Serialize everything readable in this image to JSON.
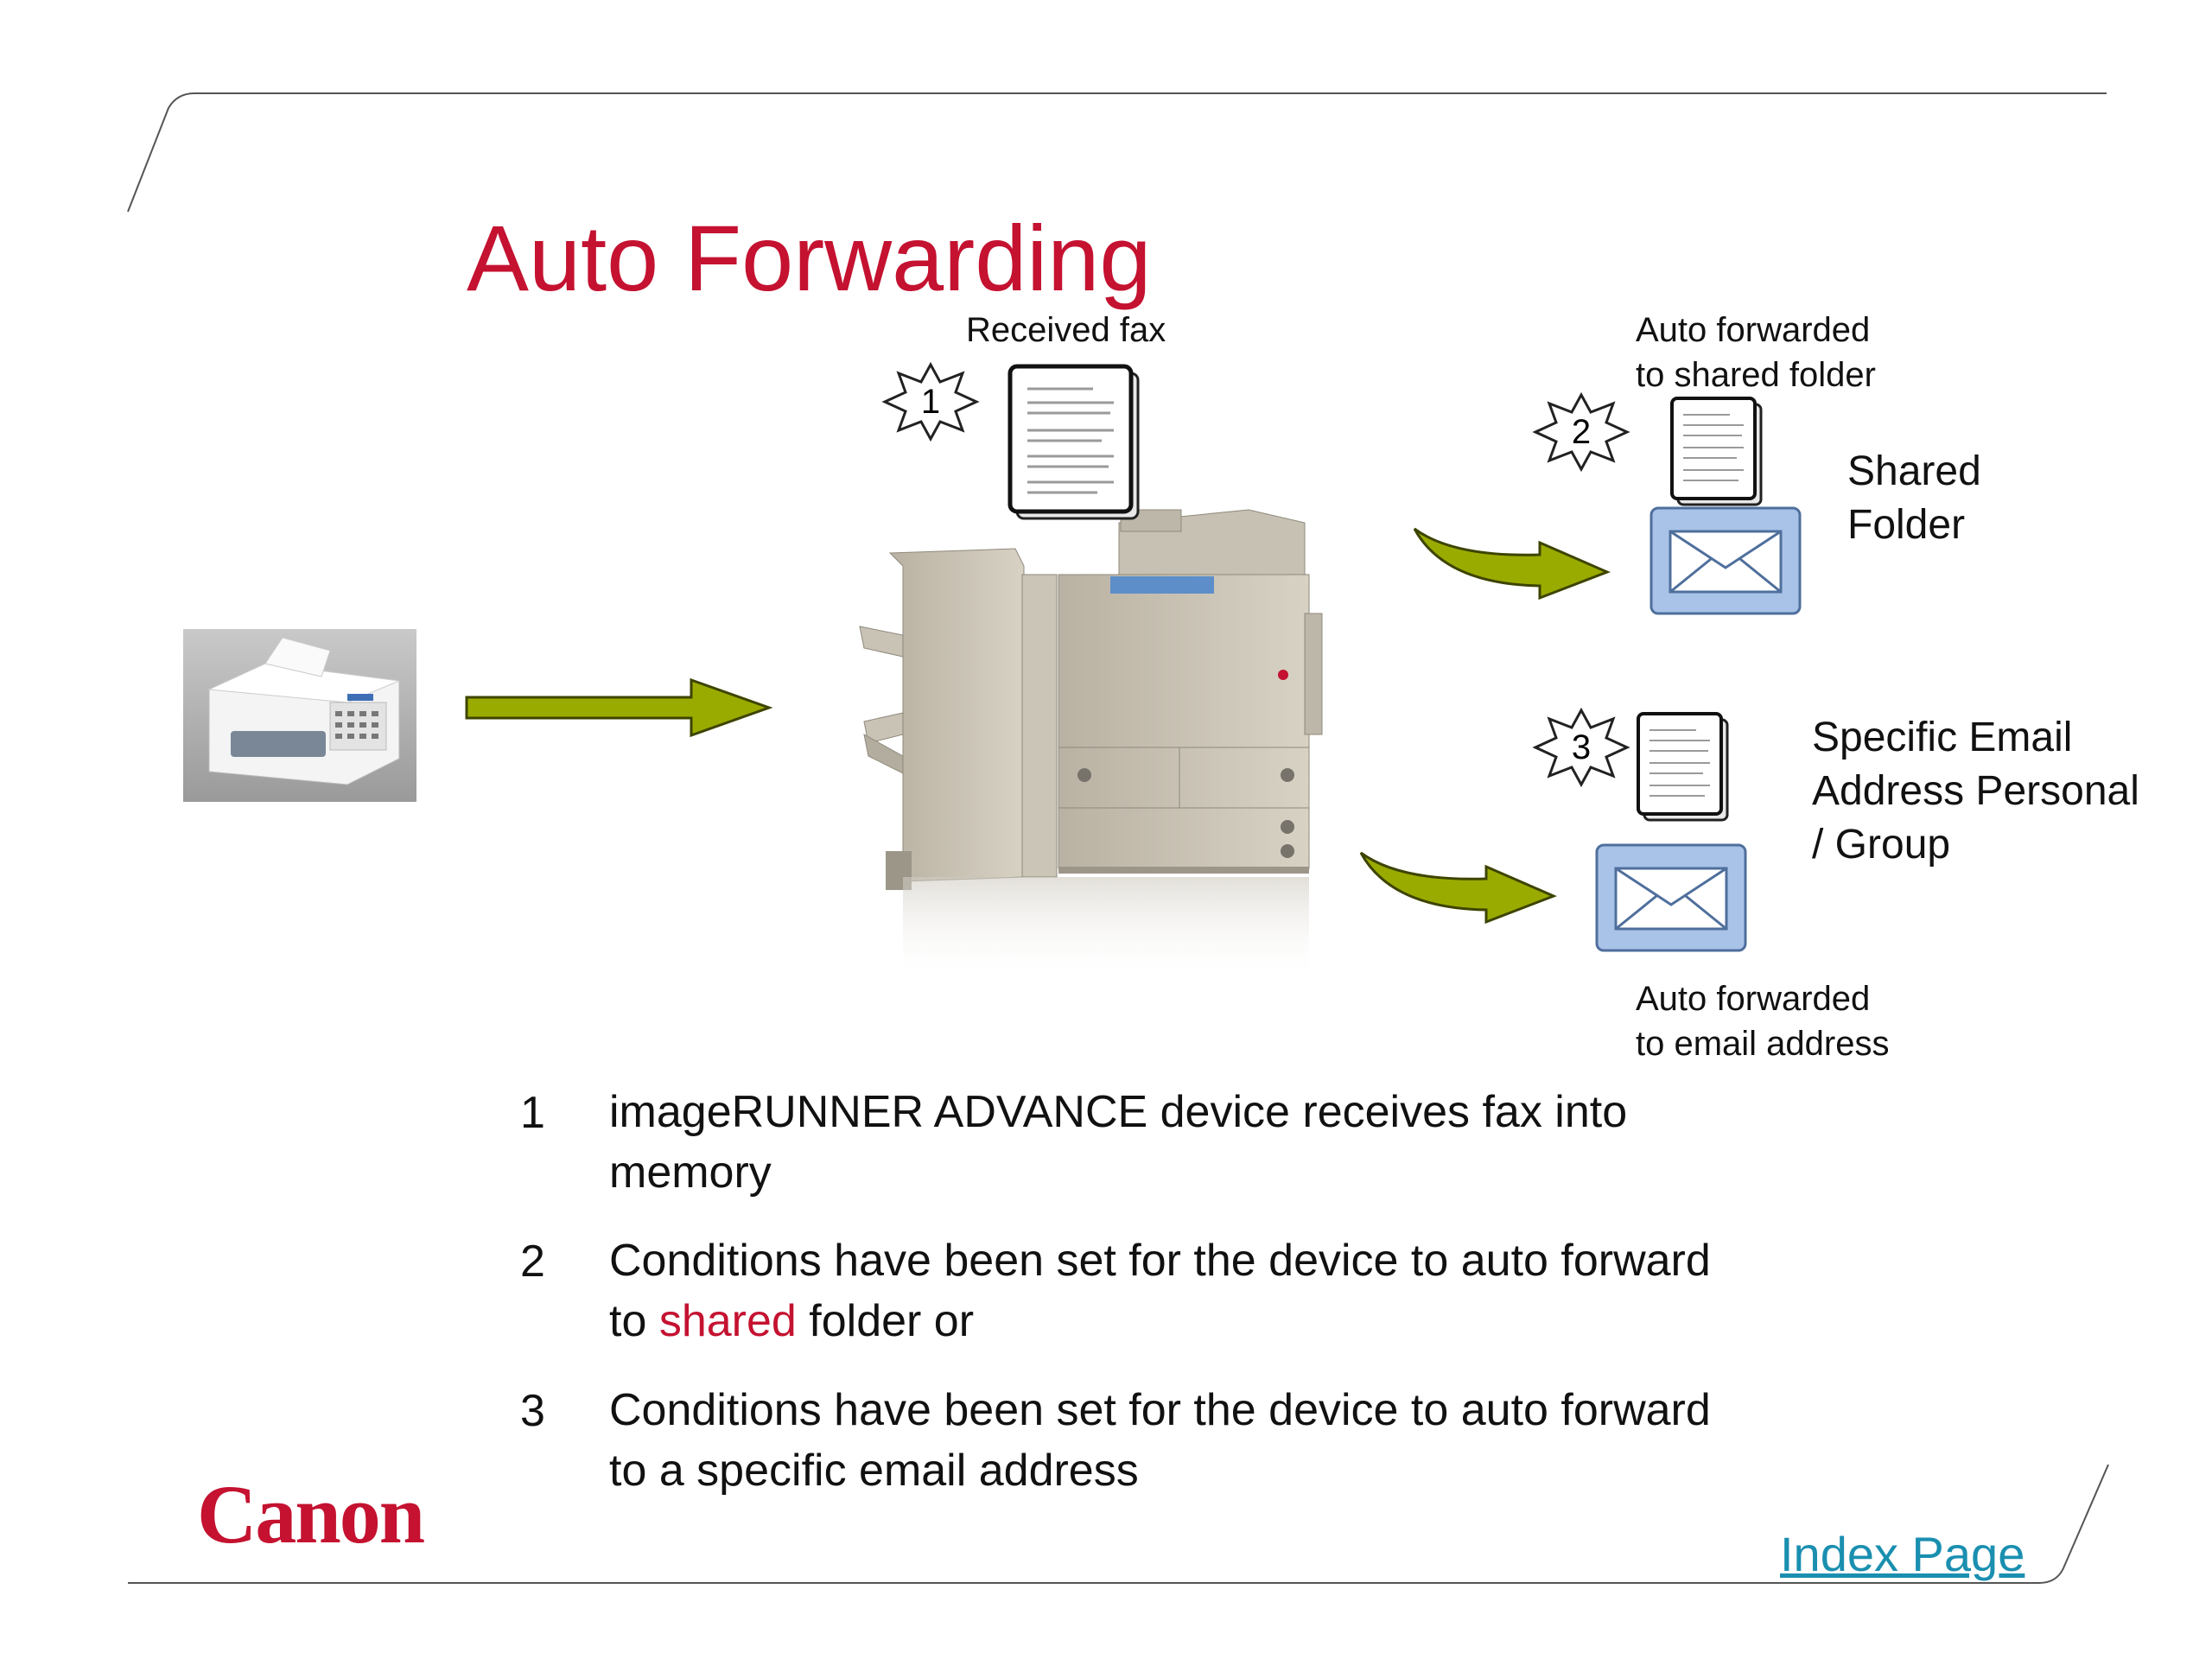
{
  "slide": {
    "title": "Auto Forwarding",
    "received_fax_label": "Received fax",
    "auto_forward_folder_label": [
      "Auto forwarded",
      "to shared folder"
    ],
    "shared_folder_label": [
      "Shared",
      "Folder"
    ],
    "specific_email_label": [
      "Specific Email",
      "Address Personal",
      "/ Group"
    ],
    "auto_forward_email_label": [
      "Auto forwarded",
      "to email address"
    ],
    "badges": [
      "1",
      "2",
      "3"
    ]
  },
  "steps": [
    {
      "num": "1",
      "lines": [
        "imageRUNNER ADVANCE device receives fax into",
        "memory"
      ]
    },
    {
      "num": "2",
      "line1": "Conditions have been set for the device to auto forward",
      "line2_pre": "to ",
      "line2_accent": "shared",
      "line2_post": " folder or"
    },
    {
      "num": "3",
      "lines": [
        "Conditions have been set for the device to auto forward",
        "to a specific email address"
      ]
    }
  ],
  "footer": {
    "logo_text": "Canon",
    "index_link": "Index Page"
  },
  "colors": {
    "title": "#c41230",
    "accent": "#c41230",
    "arrow": "#9aab00",
    "envelope": "#a9c3e8",
    "link": "#1a8fb0"
  }
}
